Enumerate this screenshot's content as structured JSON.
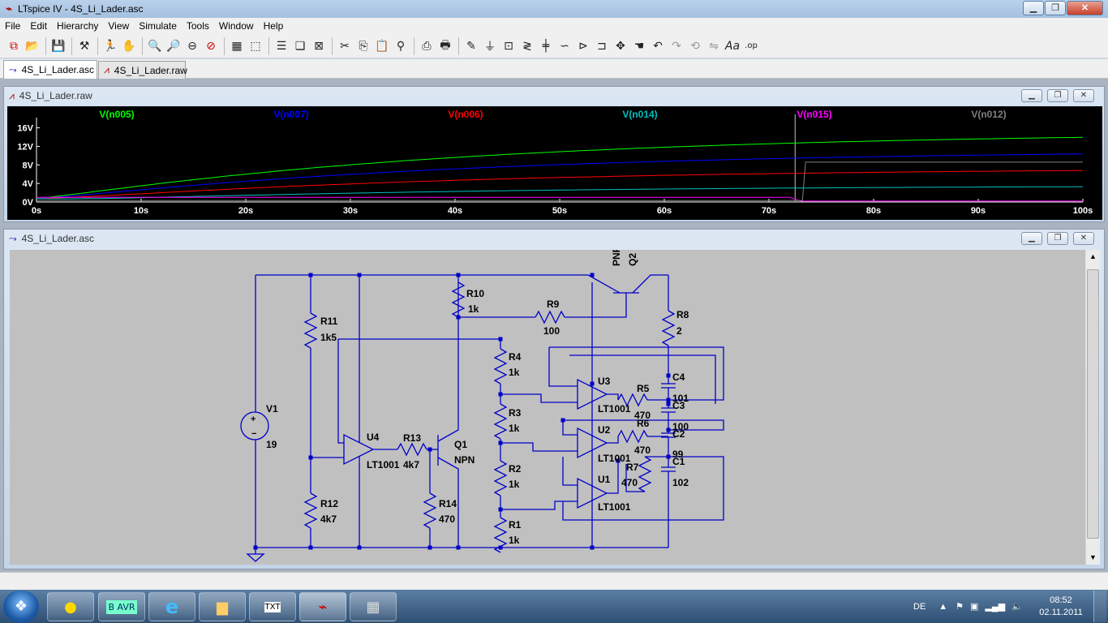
{
  "window": {
    "title": "LTspice IV - 4S_Li_Lader.asc"
  },
  "menu": [
    "File",
    "Edit",
    "Hierarchy",
    "View",
    "Simulate",
    "Tools",
    "Window",
    "Help"
  ],
  "toolbar_icons": [
    "open-schematic-icon",
    "open-file-icon",
    "save-icon",
    "control-panel-icon",
    "run-icon",
    "halt-icon",
    "zoom-in-icon",
    "zoom-pan-icon",
    "zoom-out-icon",
    "zoom-cancel-icon",
    "autorange-icon",
    "zoom-full-icon",
    "tile-vertical-icon",
    "cascade-icon",
    "close-window-icon",
    "cut-icon",
    "copy-icon",
    "paste-icon",
    "find-icon",
    "print-setup-icon",
    "print-icon",
    "draw-wire-icon",
    "ground-icon",
    "label-net-icon",
    "resistor-icon",
    "capacitor-icon",
    "inductor-icon",
    "diode-icon",
    "component-icon",
    "move-icon",
    "drag-icon",
    "undo-icon",
    "redo-icon",
    "rotate-icon",
    "mirror-icon",
    "text-icon",
    "spice-directive-icon"
  ],
  "tabs": [
    {
      "label": "4S_Li_Lader.asc",
      "icon": "schematic-icon"
    },
    {
      "label": "4S_Li_Lader.raw",
      "icon": "waveform-icon"
    }
  ],
  "waveform_window": {
    "title": "4S_Li_Lader.raw",
    "traces": [
      {
        "name": "V(n005)",
        "color": "#00ff00"
      },
      {
        "name": "V(n007)",
        "color": "#0000ff"
      },
      {
        "name": "V(n006)",
        "color": "#ff0000"
      },
      {
        "name": "V(n014)",
        "color": "#00c0c0"
      },
      {
        "name": "V(n015)",
        "color": "#ff00ff"
      },
      {
        "name": "V(n012)",
        "color": "#808080"
      }
    ],
    "y_ticks": [
      "16V",
      "12V",
      "8V",
      "4V",
      "0V"
    ],
    "x_ticks": [
      "0s",
      "10s",
      "20s",
      "30s",
      "40s",
      "50s",
      "60s",
      "70s",
      "80s",
      "90s",
      "100s"
    ]
  },
  "schematic_window": {
    "title": "4S_Li_Lader.asc",
    "labels": {
      "q2_type": "PNP",
      "q2_name": "Q2",
      "r10_name": "R10",
      "r10_val": "1k",
      "r9_name": "R9",
      "r9_val": "100",
      "r8_name": "R8",
      "r8_val": "2",
      "r11_name": "R11",
      "r11_val": "1k5",
      "r4_name": "R4",
      "r4_val": "1k",
      "c4_name": "C4",
      "c4_val": "101",
      "u3_name": "U3",
      "u3_model": "LT1001",
      "r5_name": "R5",
      "r5_val": "470",
      "c3_name": "C3",
      "c3_val": "100",
      "r3_name": "R3",
      "r3_val": "1k",
      "r6_name": "R6",
      "r6_val": "470",
      "u2_name": "U2",
      "u2_model": "LT1001",
      "c2_name": "C2",
      "c2_val": "99",
      "c1_name": "C1",
      "c1_val": "102",
      "v1_name": "V1",
      "v1_val": "19",
      "u4_name": "U4",
      "u4_model": "LT1001",
      "r13_name": "R13",
      "r13_val": "4k7",
      "q1_name": "Q1",
      "q1_type": "NPN",
      "r2_name": "R2",
      "r2_val": "1k",
      "r7_name": "R7",
      "r7_val": "470",
      "u1_name": "U1",
      "u1_model": "LT1001",
      "r12_name": "R12",
      "r12_val": "4k7",
      "r14_name": "R14",
      "r14_val": "470",
      "r1_name": "R1",
      "r1_val": "1k"
    }
  },
  "taskbar": {
    "apps": [
      "start-orb-icon",
      "lemon-app-icon",
      "bascom-avr-icon",
      "internet-explorer-icon",
      "explorer-folder-icon",
      "notepad-icon",
      "ltspice-icon",
      "calculator-icon"
    ],
    "lang": "DE",
    "time": "08:52",
    "date": "02.11.2011"
  }
}
